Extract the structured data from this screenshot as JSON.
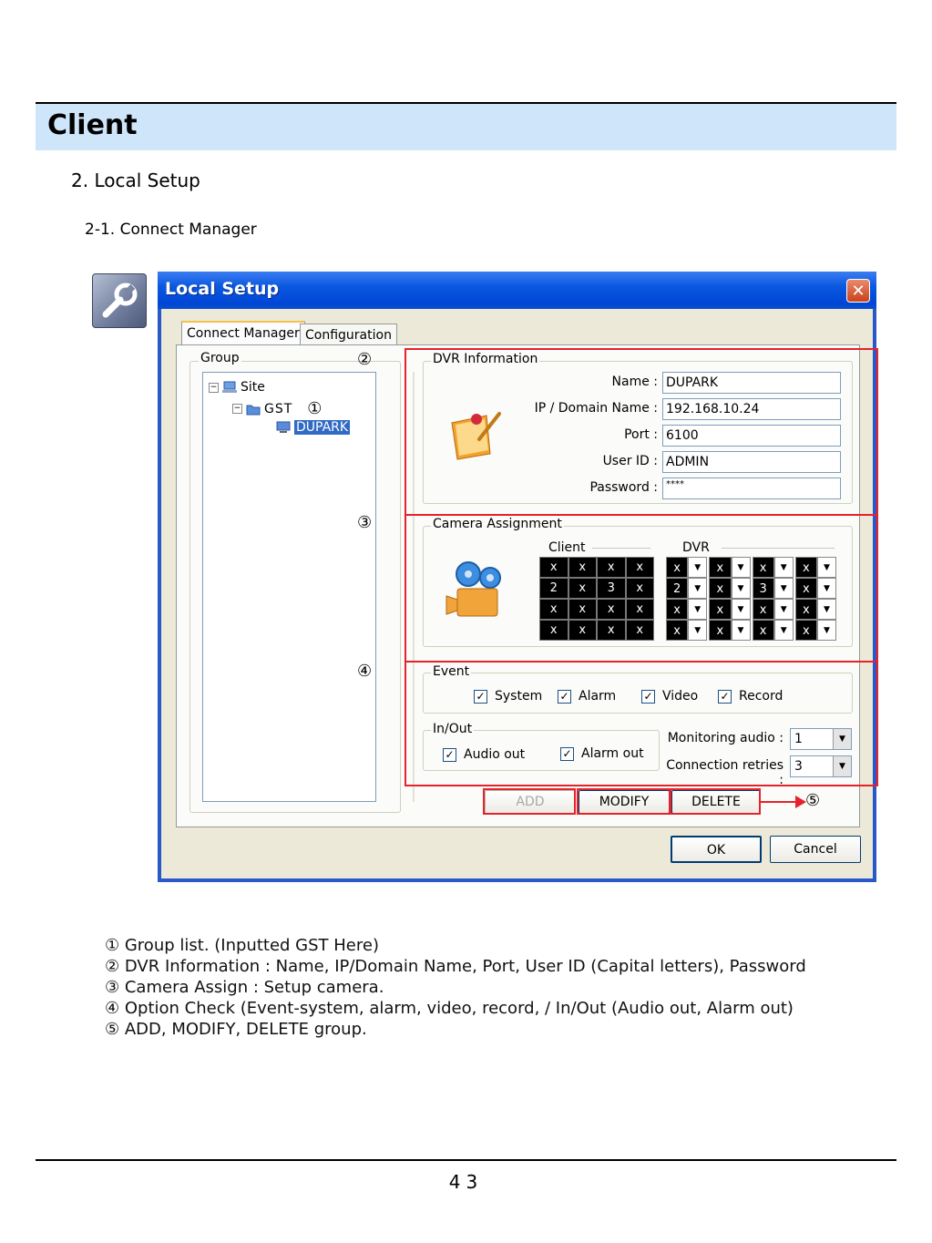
{
  "header": {
    "title": "Client"
  },
  "section": {
    "title": "2. Local Setup",
    "subtitle": "2-1. Connect Manager"
  },
  "dialog": {
    "title": "Local Setup",
    "close_glyph": "✕",
    "tabs": [
      "Connect Manager",
      "Configuration"
    ],
    "group_label": "Group",
    "tree": {
      "root": "Site",
      "group": "GST",
      "device": "DUPARK"
    },
    "dvr_info": {
      "label": "DVR Information",
      "fields": [
        {
          "label": "Name :",
          "value": "DUPARK"
        },
        {
          "label": "IP / Domain Name :",
          "value": "192.168.10.24"
        },
        {
          "label": "Port :",
          "value": "6100"
        },
        {
          "label": "User ID :",
          "value": "ADMIN"
        },
        {
          "label": "Password :",
          "value": "****"
        }
      ]
    },
    "camera": {
      "label": "Camera Assignment",
      "client_label": "Client",
      "dvr_label": "DVR",
      "client_grid": [
        "x",
        "x",
        "x",
        "x",
        "2",
        "x",
        "3",
        "x",
        "x",
        "x",
        "x",
        "x",
        "x",
        "x",
        "x",
        "x"
      ],
      "dvr_grid": [
        "x",
        "x",
        "x",
        "x",
        "2",
        "x",
        "3",
        "x",
        "x",
        "x",
        "x",
        "x",
        "x",
        "x",
        "x",
        "x"
      ]
    },
    "event": {
      "label": "Event",
      "items": [
        {
          "label": "System",
          "checked": true
        },
        {
          "label": "Alarm",
          "checked": true
        },
        {
          "label": "Video",
          "checked": true
        },
        {
          "label": "Record",
          "checked": true
        }
      ]
    },
    "inout": {
      "label": "In/Out",
      "items": [
        {
          "label": "Audio out",
          "checked": true
        },
        {
          "label": "Alarm out",
          "checked": true
        }
      ]
    },
    "monitoring": {
      "label": "Monitoring audio :",
      "value": "1"
    },
    "retries": {
      "label": "Connection retries :",
      "value": "3"
    },
    "buttons": {
      "add": "ADD",
      "modify": "MODIFY",
      "delete": "DELETE",
      "ok": "OK",
      "cancel": "Cancel"
    },
    "markers": {
      "m1": "①",
      "m2": "②",
      "m3": "③",
      "m4": "④",
      "m5": "⑤"
    }
  },
  "captions": [
    "① Group list. (Inputted GST Here)",
    "② DVR Information : Name, IP/Domain Name, Port, User ID (Capital letters), Password",
    "③ Camera Assign : Setup camera.",
    "④ Option Check (Event-system, alarm, video, record, / In/Out (Audio out, Alarm out)",
    "⑤ ADD, MODIFY, DELETE group."
  ],
  "footer": {
    "page": "43"
  },
  "colors": {
    "header_band": "#cfe6fa",
    "highlight": "#e5232a",
    "titlebar": "#0046d6"
  }
}
